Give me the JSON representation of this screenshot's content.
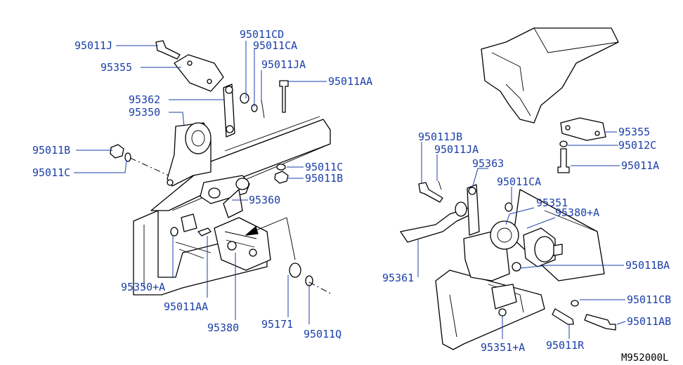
{
  "labels": {
    "p95011J": "95011J",
    "p95355_l": "95355",
    "p95362": "95362",
    "p95350": "95350",
    "p95011B_l": "95011B",
    "p95011C_l": "95011C",
    "p95011CD": "95011CD",
    "p95011CA_l": "95011CA",
    "p95011JA_l": "95011JA",
    "p95011AA_l": "95011AA",
    "p95011C_m": "95011C",
    "p95011B_m": "95011B",
    "p95360": "95360",
    "p95350A": "95350+A",
    "p95011AA_b": "95011AA",
    "p95380": "95380",
    "p95171": "95171",
    "p95011Q": "95011Q",
    "p95011JB": "95011JB",
    "p95011JA_r": "95011JA",
    "p95363": "95363",
    "p95011CA_r": "95011CA",
    "p95351": "95351",
    "p95380A": "95380+A",
    "p95361": "95361",
    "p95355_r": "95355",
    "p95012C": "95012C",
    "p95011A": "95011A",
    "p95011BA": "95011BA",
    "p95011CB": "95011CB",
    "p95011AB": "95011AB",
    "p95011R": "95011R",
    "p95351A": "95351+A"
  },
  "diagram_ref": "M952000L",
  "colors": {
    "label": "#1b3fa8",
    "line": "#000000"
  }
}
